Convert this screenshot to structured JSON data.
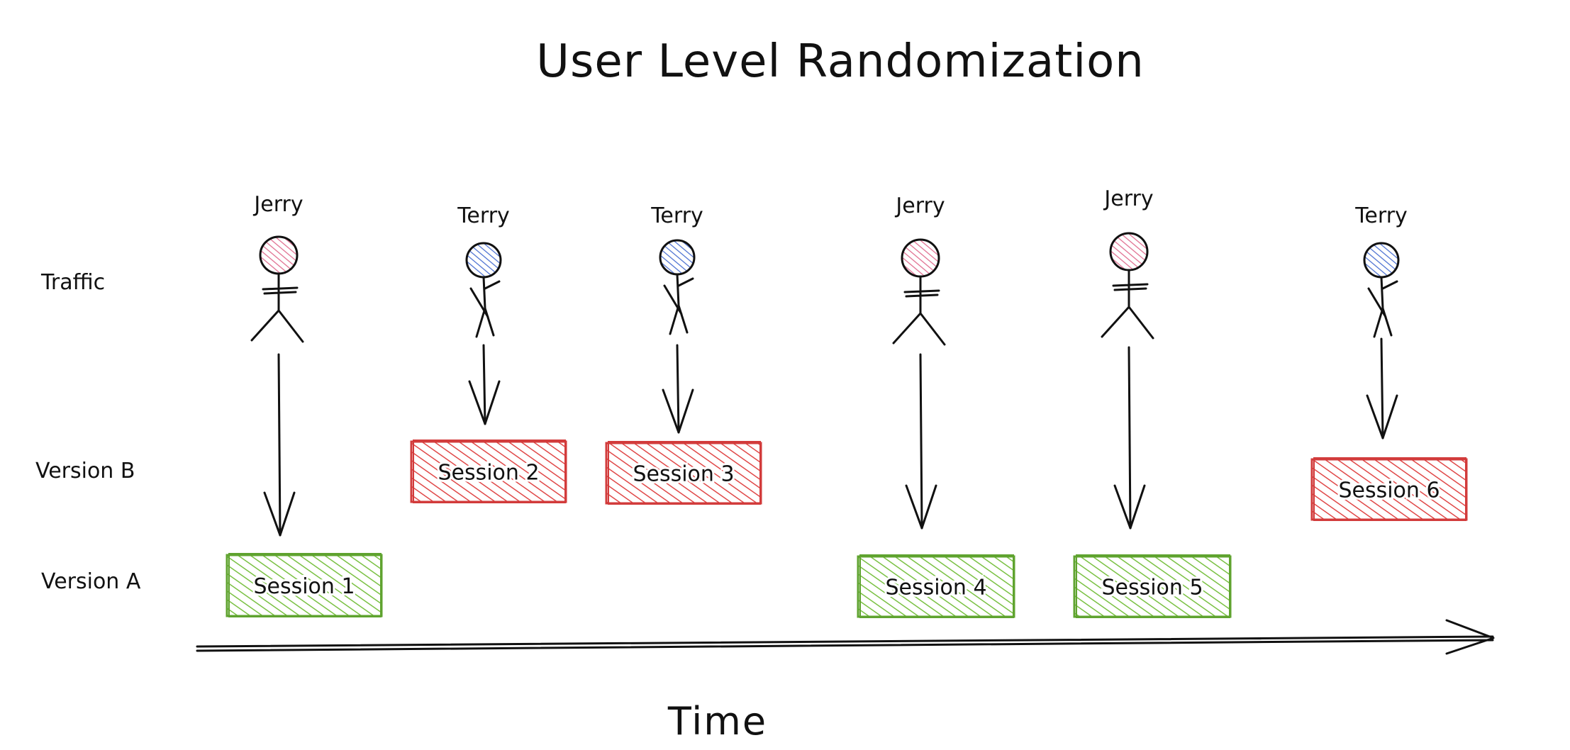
{
  "title": "User Level Randomization",
  "rows": {
    "traffic": "Traffic",
    "version_b": "Version B",
    "version_a": "Version A"
  },
  "axis": {
    "label": "Time"
  },
  "colors": {
    "jerry_head": "#e06c8f",
    "terry_head": "#4a6fd1",
    "version_a_fill": "#7ac143",
    "version_a_border": "#5fa32f",
    "version_b_fill": "#e04848",
    "version_b_border": "#d23b3b",
    "ink": "#111111"
  },
  "users": [
    {
      "name": "Jerry",
      "head": "jerry_head"
    },
    {
      "name": "Terry",
      "head": "terry_head"
    },
    {
      "name": "Terry",
      "head": "terry_head"
    },
    {
      "name": "Jerry",
      "head": "jerry_head"
    },
    {
      "name": "Jerry",
      "head": "jerry_head"
    },
    {
      "name": "Terry",
      "head": "terry_head"
    }
  ],
  "sessions": [
    {
      "label": "Session 1",
      "version": "A"
    },
    {
      "label": "Session 2",
      "version": "B"
    },
    {
      "label": "Session 3",
      "version": "B"
    },
    {
      "label": "Session 4",
      "version": "A"
    },
    {
      "label": "Session 5",
      "version": "A"
    },
    {
      "label": "Session 6",
      "version": "B"
    }
  ]
}
